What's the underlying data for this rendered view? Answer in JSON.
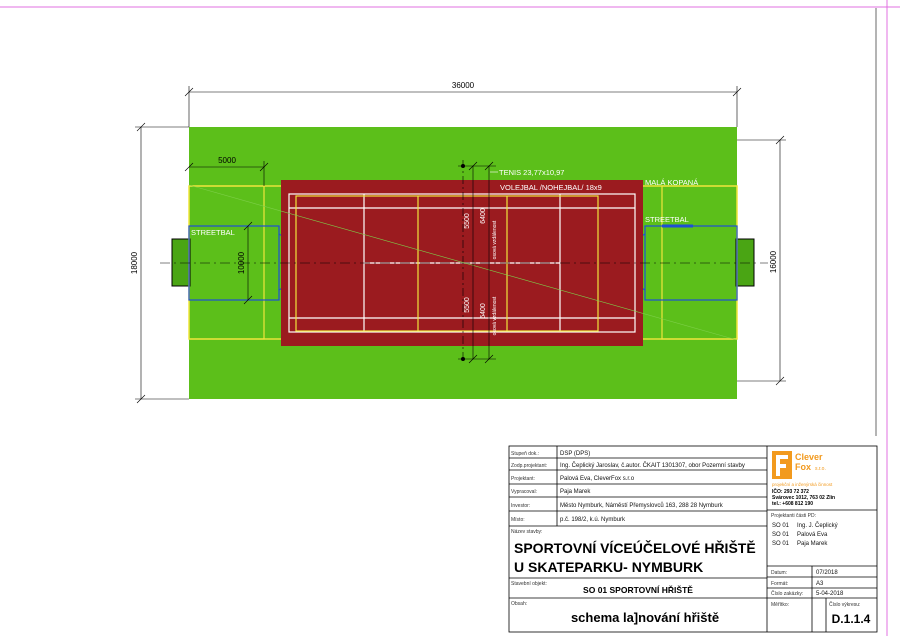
{
  "drawing": {
    "dimensions": {
      "total_length": "36000",
      "total_width": "18000",
      "goal_area_length": "5000",
      "streetball_width": "10000",
      "small_football_width": "16000",
      "half_court_upper": "5500",
      "half_court_lower": "5500",
      "post_spacing_upper": "6400",
      "post_spacing_lower": "6400",
      "axis_label_upper": "osová vzdálenost",
      "axis_label_lower": "osová vzdálenost"
    },
    "labels": {
      "tennis": "TENIS 23,77x10,97",
      "volleyball": "VOLEJBAL /NOHEJBAL/ 18x9",
      "small_football": "MALÁ KOPANÁ",
      "streetball_left": "STREETBAL",
      "streetball_right": "STREETBAL"
    },
    "colors": {
      "grass": "#5cbf1a",
      "court": "#9b1b1f",
      "lines_white": "#ffffff",
      "lines_yellow": "#f0e63c",
      "lines_blue": "#1e4fd6",
      "goal": "#4aa514"
    }
  },
  "title_block": {
    "rows": [
      {
        "label": "Stupeň dok.:",
        "value": "DSP (DPS)"
      },
      {
        "label": "Zodp.projektant:",
        "value": "Ing. Čeplický Jaroslav, č.autor. ČKAIT 1301307, obor Pozemní stavby"
      },
      {
        "label": "Projektant:",
        "value": "Palová Eva, CleverFox s.r.o"
      },
      {
        "label": "Vypracoval:",
        "value": "Paja Marek"
      },
      {
        "label": "Investor:",
        "value": "Město Nymburk, Náměstí Přemyslovců 163, 288 28 Nymburk"
      },
      {
        "label": "Místo:",
        "value": "p.č. 198/2, k.ú. Nymburk"
      }
    ],
    "name_label": "Název stavby:",
    "project_name_line1": "SPORTOVNÍ VÍCEÚČELOVÉ HŘIŠTĚ",
    "project_name_line2": "U SKATEPARKU- NYMBURK",
    "object_label": "Stavební objekt:",
    "object_name": "SO 01 SPORTOVNÍ HŘIŠTĚ",
    "content_label": "Obsah:",
    "content_name": "schema la]nování hřiště",
    "company": {
      "name_line1": "Clever",
      "name_line2": "Fox",
      "suffix": "s.r.o.",
      "tagline": "projekční a inženýrská činnost",
      "ico": "IČO: 293 72 372",
      "address": "Svárovec 1012, 763 02 Zlín",
      "phone": "tel.: +608 812 190"
    },
    "team_label": "Projektanti části PD:",
    "team": [
      {
        "code": "SO 01",
        "name": "Ing. J. Čeplický"
      },
      {
        "code": "SO 01",
        "name": "Palová Eva"
      },
      {
        "code": "SO 01",
        "name": "Paja Marek"
      }
    ],
    "meta": [
      {
        "label": "Datum:",
        "value": "07/2018"
      },
      {
        "label": "Formát:",
        "value": "A3"
      },
      {
        "label": "Číslo zakázky:",
        "value": "5-04-2018"
      }
    ],
    "scale_label": "Měřítko:",
    "sheet_no_label": "Číslo výkresu:",
    "sheet_no": "D.1.1.4"
  }
}
